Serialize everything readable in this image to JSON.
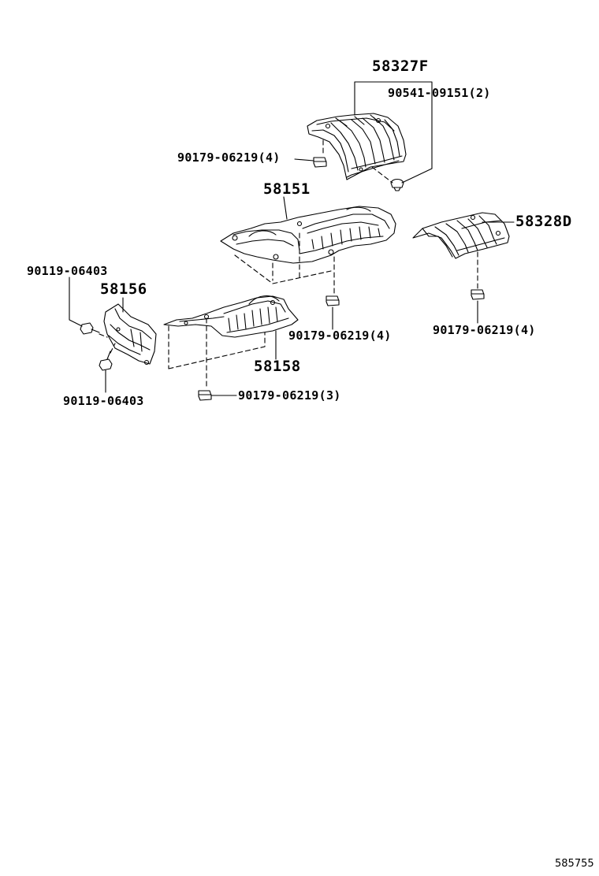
{
  "parts": {
    "p58327F": "58327F",
    "p58151": "58151",
    "p58328D": "58328D",
    "p58156": "58156",
    "p58158": "58158"
  },
  "fasteners": {
    "f90541": "90541-09151(2)",
    "f90179_a": "90179-06219(4)",
    "f90179_b": "90179-06219(4)",
    "f90179_c": "90179-06219(4)",
    "f90179_d": "90179-06219(3)",
    "f90119_top": "90119-06403",
    "f90119_bottom": "90119-06403"
  },
  "footer": {
    "diagram_id": "585755"
  },
  "colors": {
    "line": "#000000",
    "background": "#ffffff"
  }
}
